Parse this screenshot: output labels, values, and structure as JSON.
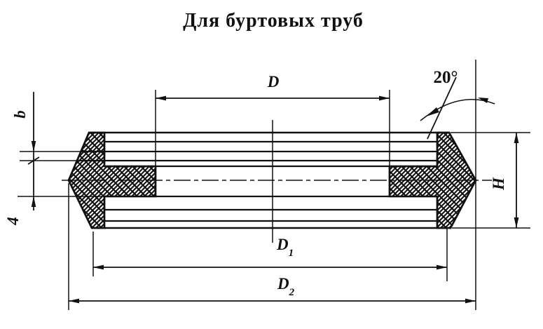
{
  "title": "Для буртовых труб",
  "dimensions": {
    "bore_diameter": "D",
    "d1_base": "D",
    "d1_sub": "1",
    "d2_base": "D",
    "d2_sub": "2",
    "total_height": "H",
    "lip_height": "b",
    "tongue_height": "4",
    "chamfer_angle": "20°"
  },
  "line_color": "#111111",
  "background_color": "#ffffff"
}
